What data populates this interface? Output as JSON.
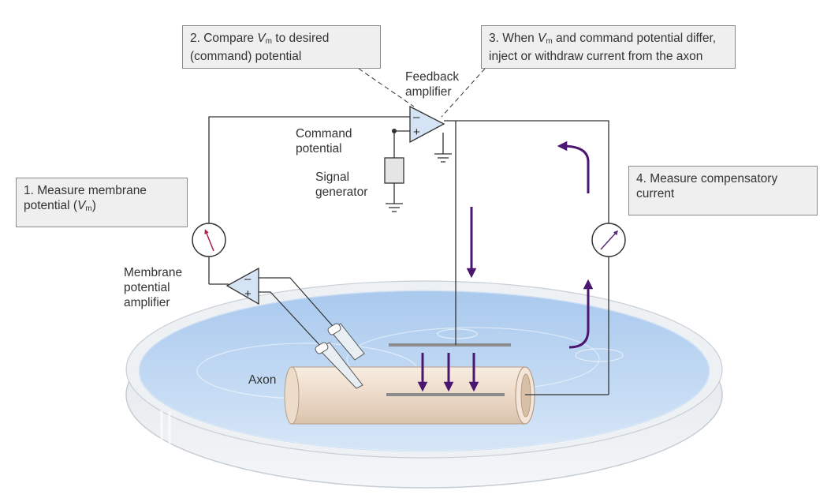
{
  "steps": [
    {
      "pre": "1. Measure membrane",
      "line2_pre": "potential (",
      "var": "V",
      "sub": "m",
      "post": ")"
    },
    {
      "pre": "2. Compare ",
      "var": "V",
      "sub": "m",
      "post": " to desired",
      "line2": "(command) potential"
    },
    {
      "pre": "3. When ",
      "var": "V",
      "sub": "m",
      "post": " and command potential differ,",
      "line2": "inject or withdraw current from the axon"
    },
    {
      "line1": "4. Measure compensatory",
      "line2": "current"
    }
  ],
  "labels": {
    "feedback_amp": [
      "Feedback",
      "amplifier"
    ],
    "command": [
      "Command",
      "potential"
    ],
    "signal_gen": [
      "Signal",
      "generator"
    ],
    "membrane_amp": [
      "Membrane",
      "potential",
      "amplifier"
    ],
    "axon": "Axon"
  },
  "symbols": {
    "minus": "–",
    "plus": "+"
  },
  "colors": {
    "arrow": "#4a1670",
    "wire": "#333333",
    "dish_water": "#b9d4f0",
    "box_fill": "#efefef",
    "electrode_plate": "#8c8c8c"
  }
}
